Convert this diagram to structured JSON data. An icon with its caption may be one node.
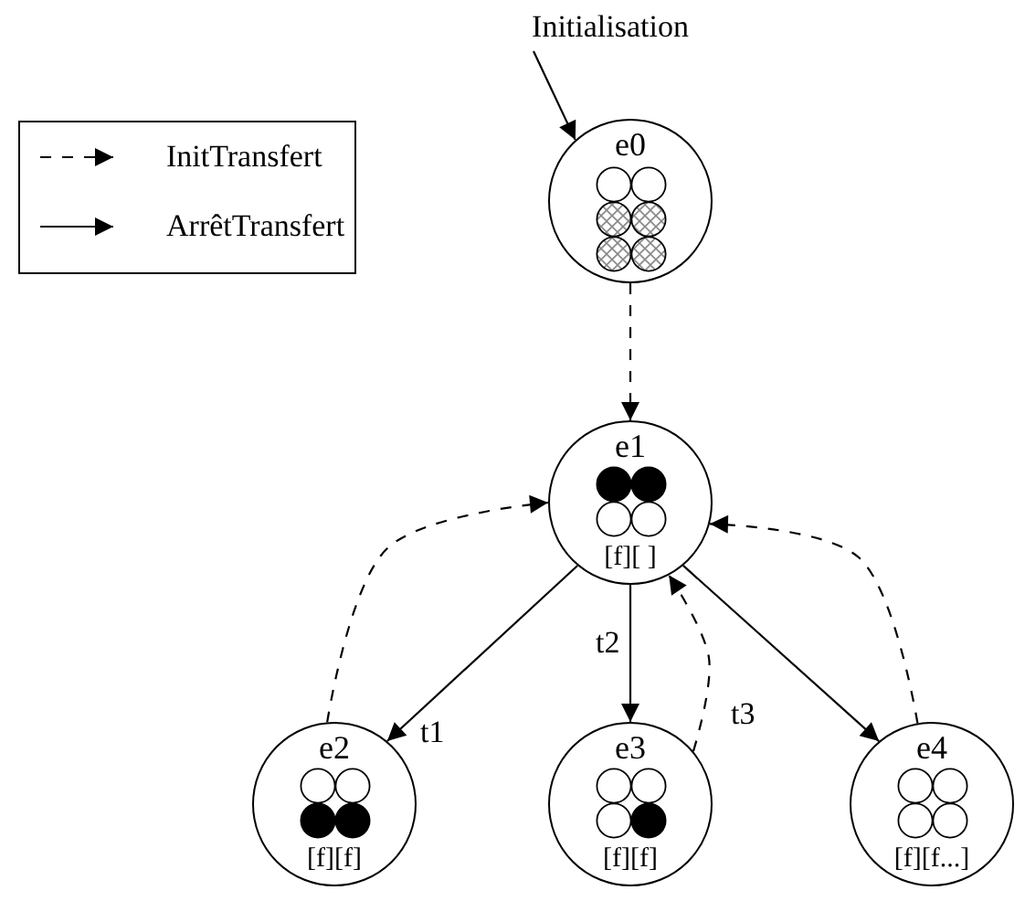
{
  "diagram": {
    "nodes": [
      {
        "text": [
          "Initialisation"
        ]
      },
      {
        "text": [
          "e0"
        ]
      },
      {
        "text": [
          "e1",
          "[f][ ]"
        ]
      },
      {
        "text": [
          "e2",
          "[f][f]"
        ]
      },
      {
        "text": [
          "e3",
          "[f][f]"
        ]
      },
      {
        "text": [
          "e4",
          "[f][f...]"
        ]
      }
    ],
    "edges": [
      {
        "from": 0,
        "to": 1,
        "arrow": "to"
      },
      {
        "from": 1,
        "to": 2,
        "arrow": "to",
        "style": "dashed"
      },
      {
        "from": 2,
        "to": 3,
        "arrow": "to",
        "label": "t1"
      },
      {
        "from": 2,
        "to": 4,
        "arrow": "to",
        "label": "t2"
      },
      {
        "from": 2,
        "to": 5,
        "arrow": "to",
        "label": "t3"
      },
      {
        "from": 3,
        "to": 2,
        "arrow": "to",
        "style": "dashed"
      },
      {
        "from": 4,
        "to": 2,
        "arrow": "to",
        "style": "dashed"
      },
      {
        "from": 5,
        "to": 2,
        "arrow": "to",
        "style": "dashed"
      }
    ],
    "legend": [
      {
        "text": "InitTransfert"
      },
      {
        "text": "ArrêtTransfert"
      }
    ]
  }
}
